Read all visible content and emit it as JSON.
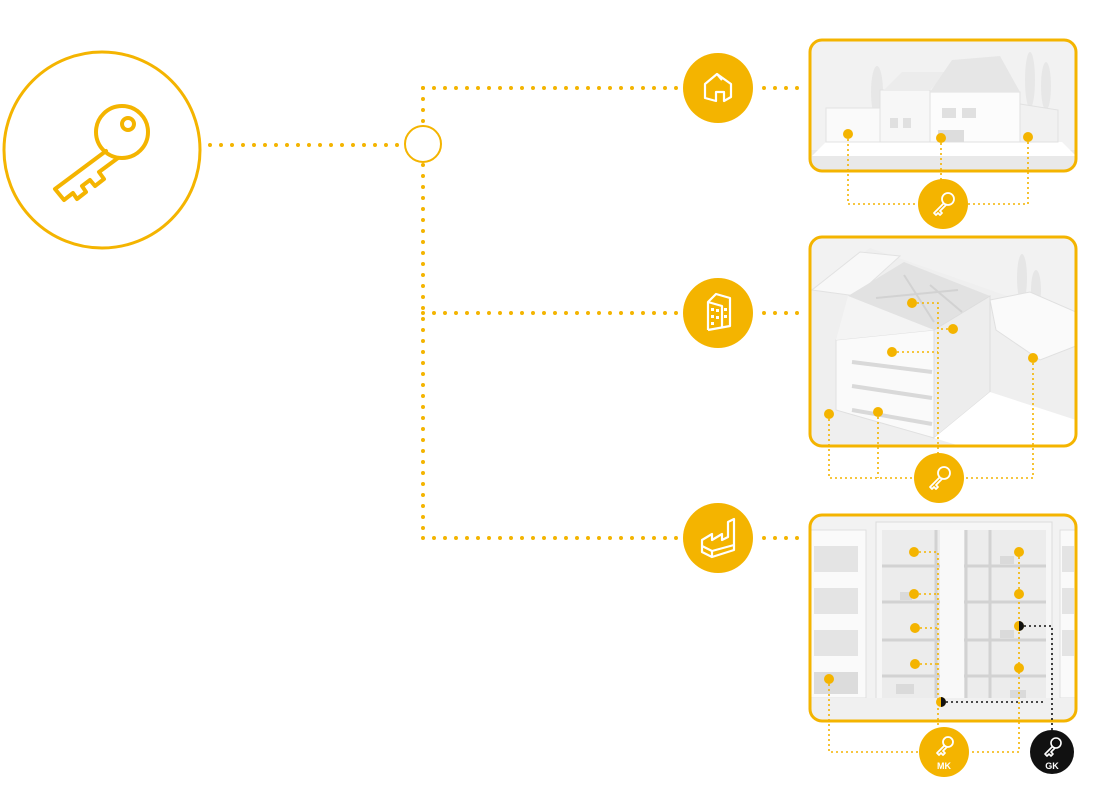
{
  "colors": {
    "accent": "#F4B400",
    "panel_bg": "#F2F2F2",
    "building": "#FAFAFA",
    "building_shade": "#E4E4E4",
    "grand_key": "#111111"
  },
  "icons": {
    "master": "key-icon",
    "house": "house-icon",
    "apartment": "apartment-building-icon",
    "factory": "factory-icon"
  },
  "branches": [
    {
      "name": "house",
      "icon": "house-icon",
      "image": "single-family-house-render",
      "key_label": ""
    },
    {
      "name": "apartment",
      "icon": "apartment-building-icon",
      "image": "apartment-building-render",
      "key_label": ""
    },
    {
      "name": "commercial",
      "icon": "factory-icon",
      "image": "commercial-building-cutaway-render",
      "key_label": "MK"
    }
  ],
  "grand_key": {
    "icon": "key-icon",
    "label": "GK"
  }
}
